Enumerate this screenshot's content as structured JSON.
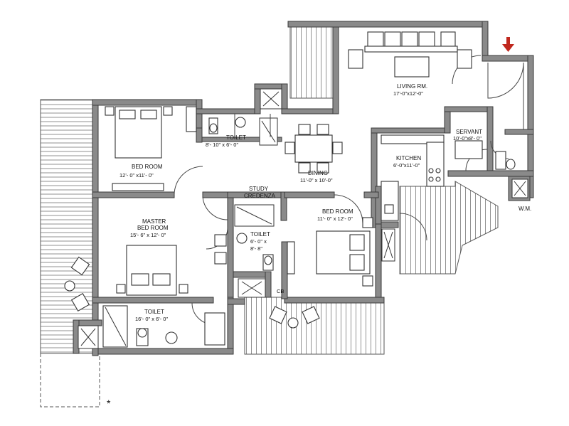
{
  "rooms": {
    "living": {
      "name": "LIVING RM.",
      "dim": "17'-0\"x12'-0\""
    },
    "servant": {
      "name": "SERVANT",
      "dim": "10'-0\"x8'- 0\""
    },
    "kitchen": {
      "name": "KITCHEN",
      "dim": "6'-0\"x11'-0\""
    },
    "toilet_top": {
      "name": "TOILET",
      "dim": "8'- 10\" x 6'- 0\""
    },
    "bedroom_top": {
      "name": "BED ROOM",
      "dim": "12'- 0\" x11'- 0\""
    },
    "dining": {
      "name": "DINING",
      "dim": "11'-0\" x 10'-0\""
    },
    "study": {
      "name": "STUDY",
      "sub": "CREDENZA"
    },
    "master": {
      "name_line1": "MASTER",
      "name_line2": "BED ROOM",
      "dim": "15'- 6\" x 12'- 0\""
    },
    "toilet_mid": {
      "name": "TOILET",
      "dim1": "6'- 0\" x",
      "dim2": "8'- 8\""
    },
    "bedroom_right": {
      "name": "BED ROOM",
      "dim": "11'- 0\" x 12'- 0\""
    },
    "toilet_bottom": {
      "name": "TOILET",
      "dim": "16'- 0\" x 6'- 0\""
    },
    "wm": {
      "name": "W.M."
    },
    "cb": {
      "name": "CB"
    }
  },
  "note_mark": "*",
  "colors": {
    "wall": "#8a8a8a",
    "entry_arrow": "#c0281e",
    "line": "#333333"
  },
  "icons": {
    "entry": "entry-arrow-icon"
  }
}
